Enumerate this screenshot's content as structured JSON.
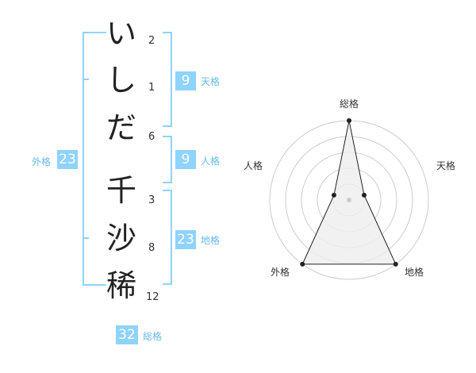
{
  "name_chars": [
    {
      "char": "い",
      "strokes": "2"
    },
    {
      "char": "し",
      "strokes": "1"
    },
    {
      "char": "だ",
      "strokes": "6"
    },
    {
      "char": "千",
      "strokes": "3"
    },
    {
      "char": "沙",
      "strokes": "8"
    },
    {
      "char": "稀",
      "strokes": "12"
    }
  ],
  "kakusu": {
    "tenkaku": {
      "value": "9",
      "label": "天格"
    },
    "jinkaku": {
      "value": "9",
      "label": "人格"
    },
    "chikaku": {
      "value": "23",
      "label": "地格"
    },
    "gaikaku": {
      "value": "23",
      "label": "外格"
    },
    "soukaku": {
      "value": "32",
      "label": "総格"
    }
  },
  "chart_data": {
    "type": "radar",
    "axes": [
      "総格",
      "天格",
      "地格",
      "外格",
      "人格"
    ],
    "values": [
      1.0,
      0.2,
      1.0,
      1.0,
      0.2
    ],
    "rings": 5,
    "colors": {
      "fill": "#eeeeee",
      "line": "#222222",
      "grid": "#cccccc"
    }
  }
}
